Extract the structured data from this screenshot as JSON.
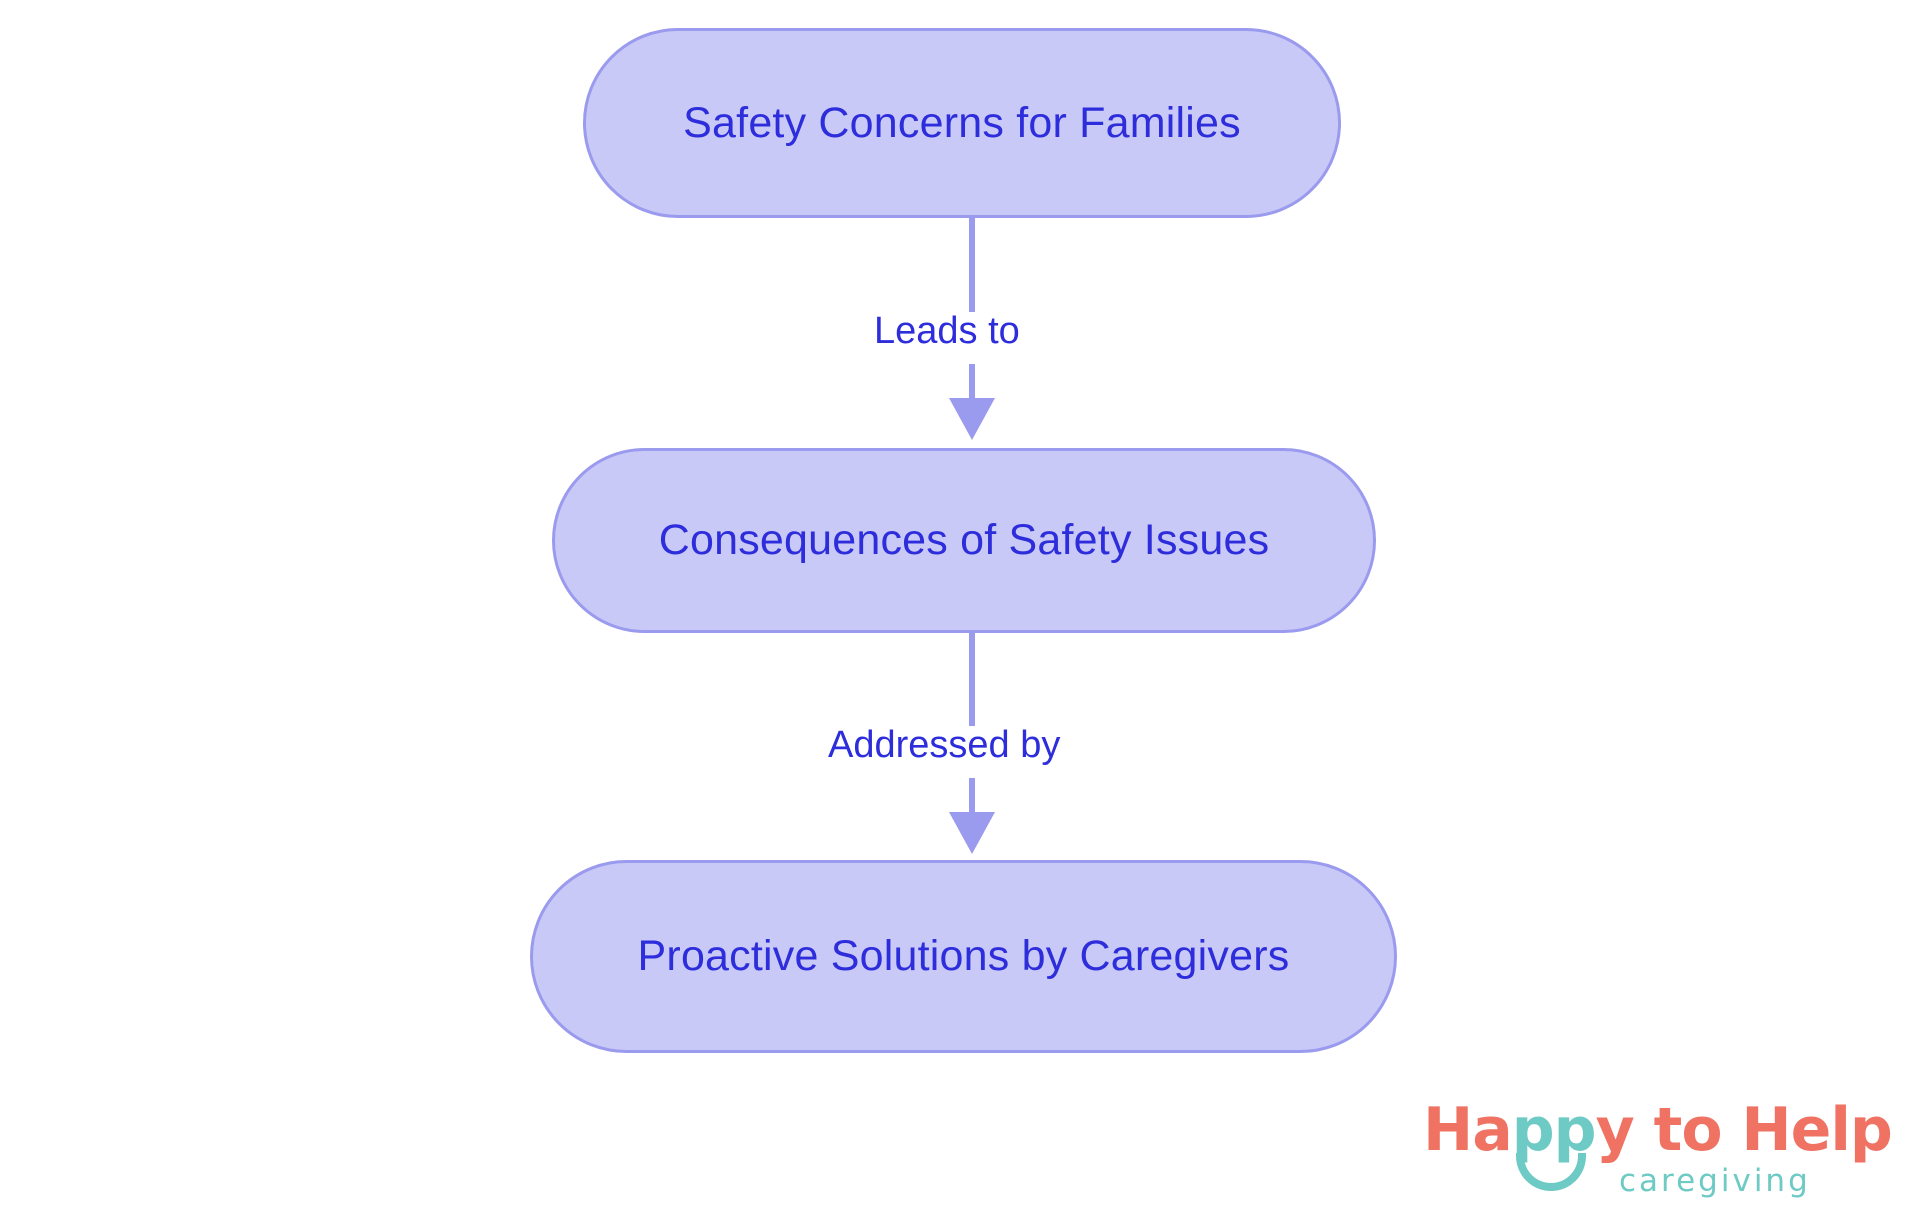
{
  "diagram": {
    "type": "flowchart",
    "orientation": "top-to-bottom",
    "background_color": "#ffffff",
    "node_fill_color": "#c9c9f8",
    "node_border_color": "#9a9aee",
    "node_text_color": "#2d2ddb",
    "connector_color": "#9a9aee",
    "nodes": [
      {
        "id": "n1",
        "label": "Safety Concerns for Families"
      },
      {
        "id": "n2",
        "label": "Consequences of Safety Issues"
      },
      {
        "id": "n3",
        "label": "Proactive Solutions by Caregivers"
      }
    ],
    "edges": [
      {
        "from": "n1",
        "to": "n2",
        "label": "Leads to",
        "style": "solid-arrow"
      },
      {
        "from": "n2",
        "to": "n3",
        "label": "Addressed by",
        "style": "solid-arrow"
      }
    ]
  },
  "logo": {
    "word_happy_h": "H",
    "word_happy_a": "a",
    "word_happy_pp": "pp",
    "word_happy_y": "y",
    "word_to_help": " to Help",
    "tagline": "caregiving",
    "coral_color": "#ef7263",
    "teal_color": "#6ecac4"
  }
}
